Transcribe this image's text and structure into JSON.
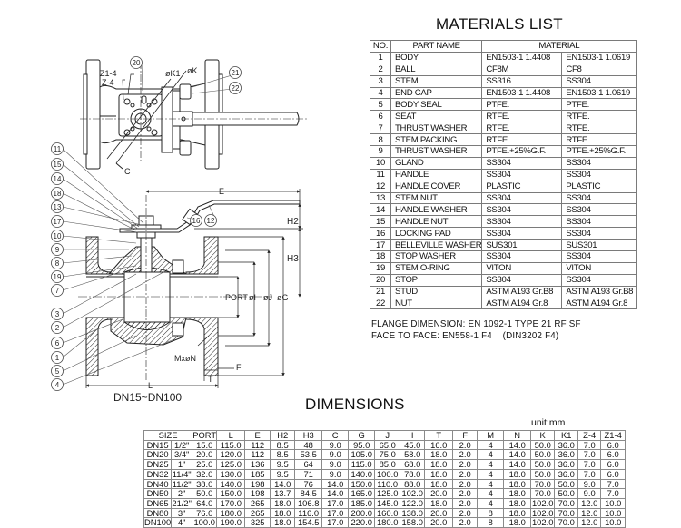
{
  "drawing": {
    "range_label": "DN15~DN100",
    "balloons": [
      "11",
      "15",
      "14",
      "18",
      "13",
      "17",
      "10",
      "9",
      "8",
      "19",
      "7",
      "3",
      "2",
      "6",
      "1",
      "5",
      "4",
      "20",
      "21",
      "22",
      "16",
      "12"
    ],
    "dimension_labels": {
      "E": "E",
      "H2": "H2",
      "H3": "H3",
      "L": "L",
      "T": "T",
      "F": "F",
      "port": "PORT",
      "phiI": "øI",
      "phiJ": "øJ",
      "phiG": "øG",
      "MxN": "MxøN",
      "K1": "øK1",
      "K": "øK",
      "Z1": "Z1-4",
      "Z": "Z-4",
      "C": "C"
    }
  },
  "materials": {
    "title": "MATERIALS LIST",
    "headers": {
      "no": "NO.",
      "part": "PART NAME",
      "material": "MATERIAL"
    },
    "rows": [
      {
        "no": "1",
        "part": "BODY",
        "m1": "EN1503-1  1.4408",
        "m2": "EN1503-1 1.0619"
      },
      {
        "no": "2",
        "part": "BALL",
        "m1": "CF8M",
        "m2": "CF8"
      },
      {
        "no": "3",
        "part": "STEM",
        "m1": "SS316",
        "m2": "SS304"
      },
      {
        "no": "4",
        "part": "END CAP",
        "m1": "EN1503-1  1.4408",
        "m2": "EN1503-1 1.0619"
      },
      {
        "no": "5",
        "part": "BODY SEAL",
        "m1": "PTFE.",
        "m2": "PTFE."
      },
      {
        "no": "6",
        "part": "SEAT",
        "m1": "RTFE.",
        "m2": "RTFE."
      },
      {
        "no": "7",
        "part": "THRUST WASHER",
        "m1": "RTFE.",
        "m2": "RTFE."
      },
      {
        "no": "8",
        "part": "STEM PACKING",
        "m1": "RTFE.",
        "m2": "RTFE."
      },
      {
        "no": "9",
        "part": "THRUST WASHER",
        "m1": "PTFE.+25%G.F.",
        "m2": "PTFE.+25%G.F."
      },
      {
        "no": "10",
        "part": "GLAND",
        "m1": "SS304",
        "m2": "SS304"
      },
      {
        "no": "11",
        "part": "HANDLE",
        "m1": "SS304",
        "m2": "SS304"
      },
      {
        "no": "12",
        "part": "HANDLE COVER",
        "m1": "PLASTIC",
        "m2": "PLASTIC"
      },
      {
        "no": "13",
        "part": "STEM NUT",
        "m1": "SS304",
        "m2": "SS304"
      },
      {
        "no": "14",
        "part": "HANDLE WASHER",
        "m1": "SS304",
        "m2": "SS304"
      },
      {
        "no": "15",
        "part": "HANDLE NUT",
        "m1": "SS304",
        "m2": "SS304"
      },
      {
        "no": "16",
        "part": "LOCKING PAD",
        "m1": "SS304",
        "m2": "SS304"
      },
      {
        "no": "17",
        "part": "BELLEVILLE WASHER",
        "m1": "SUS301",
        "m2": "SUS301"
      },
      {
        "no": "18",
        "part": "STOP WASHER",
        "m1": "SS304",
        "m2": "SS304"
      },
      {
        "no": "19",
        "part": "STEM O-RING",
        "m1": "VITON",
        "m2": "VITON"
      },
      {
        "no": "20",
        "part": "STOP",
        "m1": "SS304",
        "m2": "SS304"
      },
      {
        "no": "21",
        "part": "STUD",
        "m1": "ASTM A193 Gr.B8",
        "m2": "ASTM A193 Gr.B8"
      },
      {
        "no": "22",
        "part": "NUT",
        "m1": "ASTM A194 Gr.8",
        "m2": "ASTM A194 Gr.8"
      }
    ],
    "note_flange": "FLANGE DIMENSION: EN 1092-1 TYPE 21 RF SF",
    "note_face": "FACE TO FACE: EN558-1 F4    (DIN3202 F4)"
  },
  "dimensions": {
    "title": "DIMENSIONS",
    "unit": "unit:mm",
    "headers": [
      "SIZE",
      "PORT",
      "L",
      "E",
      "H2",
      "H3",
      "C",
      "G",
      "J",
      "I",
      "T",
      "F",
      "M",
      "N",
      "K",
      "K1",
      "Z-4",
      "Z1-4"
    ],
    "rows": [
      [
        "DN15",
        "1/2\"",
        "15.0",
        "115.0",
        "112",
        "8.5",
        "48",
        "9.0",
        "95.0",
        "65.0",
        "45.0",
        "16.0",
        "2.0",
        "4",
        "14.0",
        "50.0",
        "36.0",
        "7.0",
        "6.0"
      ],
      [
        "DN20",
        "3/4\"",
        "20.0",
        "120.0",
        "112",
        "8.5",
        "53.5",
        "9.0",
        "105.0",
        "75.0",
        "58.0",
        "18.0",
        "2.0",
        "4",
        "14.0",
        "50.0",
        "36.0",
        "7.0",
        "6.0"
      ],
      [
        "DN25",
        "1\"",
        "25.0",
        "125.0",
        "136",
        "9.5",
        "64",
        "9.0",
        "115.0",
        "85.0",
        "68.0",
        "18.0",
        "2.0",
        "4",
        "14.0",
        "50.0",
        "36.0",
        "7.0",
        "6.0"
      ],
      [
        "DN32",
        "11/4\"",
        "32.0",
        "130.0",
        "185",
        "9.5",
        "71",
        "9.0",
        "140.0",
        "100.0",
        "78.0",
        "18.0",
        "2.0",
        "4",
        "18.0",
        "50.0",
        "36.0",
        "7.0",
        "6.0"
      ],
      [
        "DN40",
        "11/2\"",
        "38.0",
        "140.0",
        "198",
        "14.0",
        "76",
        "14.0",
        "150.0",
        "110.0",
        "88.0",
        "18.0",
        "2.0",
        "4",
        "18.0",
        "70.0",
        "50.0",
        "9.0",
        "7.0"
      ],
      [
        "DN50",
        "2\"",
        "50.0",
        "150.0",
        "198",
        "13.7",
        "84.5",
        "14.0",
        "165.0",
        "125.0",
        "102.0",
        "20.0",
        "2.0",
        "4",
        "18.0",
        "70.0",
        "50.0",
        "9.0",
        "7.0"
      ],
      [
        "DN65",
        "21/2\"",
        "64.0",
        "170.0",
        "265",
        "18.0",
        "106.8",
        "17.0",
        "185.0",
        "145.0",
        "122.0",
        "18.0",
        "2.0",
        "4",
        "18.0",
        "102.0",
        "70.0",
        "12.0",
        "10.0"
      ],
      [
        "DN80",
        "3\"",
        "76.0",
        "180.0",
        "265",
        "18.0",
        "116.0",
        "17.0",
        "200.0",
        "160.0",
        "138.0",
        "20.0",
        "2.0",
        "8",
        "18.0",
        "102.0",
        "70.0",
        "12.0",
        "10.0"
      ],
      [
        "DN100",
        "4\"",
        "100.0",
        "190.0",
        "325",
        "18.0",
        "154.5",
        "17.0",
        "220.0",
        "180.0",
        "158.0",
        "20.0",
        "2.0",
        "8",
        "18.0",
        "102.0",
        "70.0",
        "12.0",
        "10.0"
      ]
    ]
  }
}
